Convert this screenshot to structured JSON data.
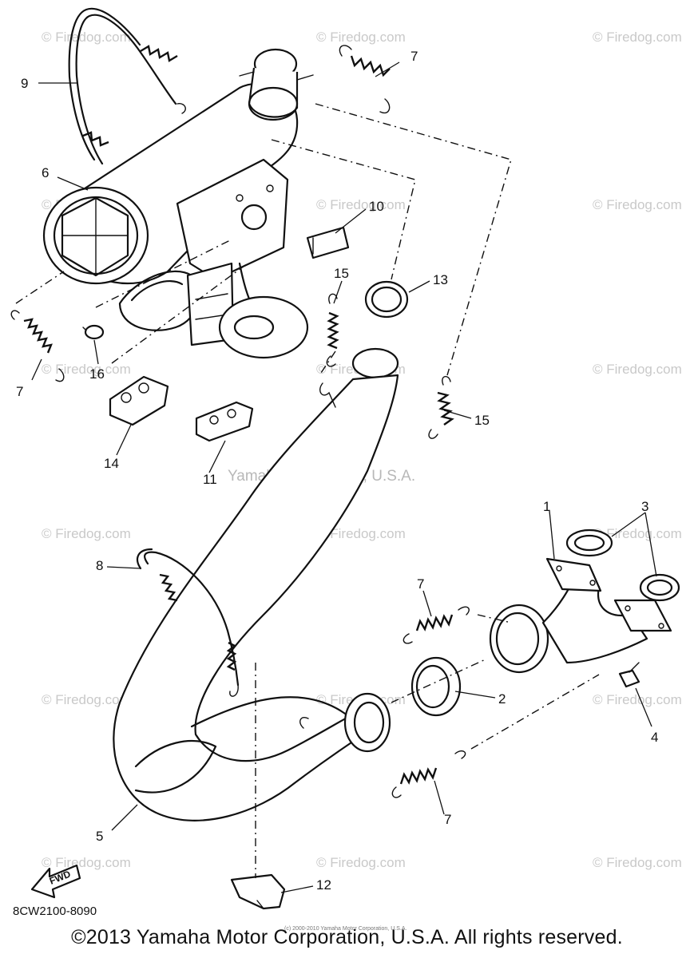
{
  "callouts": [
    {
      "id": "1",
      "label": "1"
    },
    {
      "id": "2",
      "label": "2"
    },
    {
      "id": "3",
      "label": "3"
    },
    {
      "id": "4",
      "label": "4"
    },
    {
      "id": "5",
      "label": "5"
    },
    {
      "id": "6",
      "label": "6"
    },
    {
      "id": "7a",
      "label": "7"
    },
    {
      "id": "7b",
      "label": "7"
    },
    {
      "id": "7c",
      "label": "7"
    },
    {
      "id": "7d",
      "label": "7"
    },
    {
      "id": "8",
      "label": "8"
    },
    {
      "id": "9",
      "label": "9"
    },
    {
      "id": "10",
      "label": "10"
    },
    {
      "id": "11",
      "label": "11"
    },
    {
      "id": "12",
      "label": "12"
    },
    {
      "id": "13",
      "label": "13"
    },
    {
      "id": "14",
      "label": "14"
    },
    {
      "id": "15a",
      "label": "15"
    },
    {
      "id": "15b",
      "label": "15"
    },
    {
      "id": "16",
      "label": "16"
    }
  ],
  "watermark": {
    "text": "© Firedog.com",
    "color": "#c9c9c9"
  },
  "center_watermark": "Yamaha Motor Corp, U.S.A.",
  "fwd_label": "FWD",
  "figure_code": "8CW2100-8090",
  "tiny_note": "(c) 2000-2010 Yamaha Motor Corporation, U.S.A.",
  "copyright": "©2013 Yamaha Motor Corporation, U.S.A. All rights reserved."
}
